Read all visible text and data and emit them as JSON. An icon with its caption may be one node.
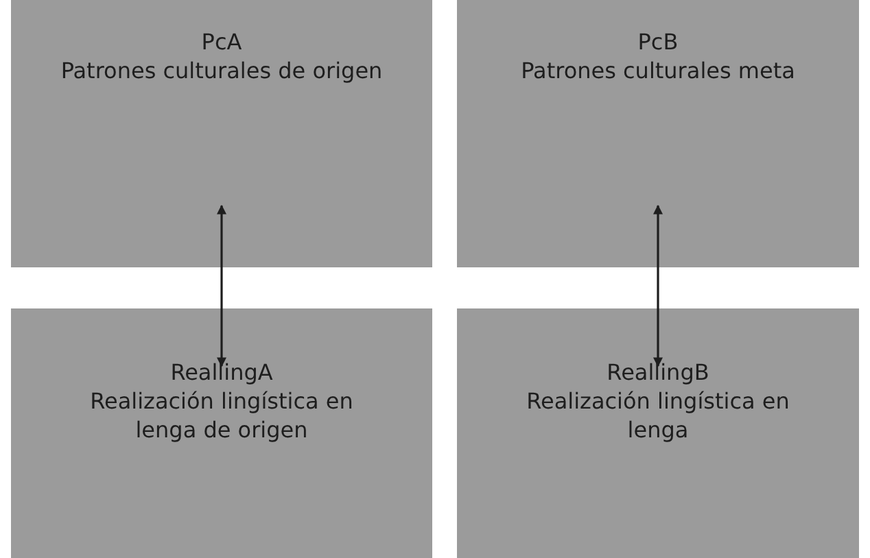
{
  "diagram": {
    "nodes": [
      {
        "text": [
          "PcA",
          "Patrones culturales de origen"
        ]
      },
      {
        "text": [
          "PcB",
          "Patrones culturales meta"
        ]
      },
      {
        "text": [
          "ReallingA",
          "Realización lingística en lenga de origen"
        ]
      },
      {
        "text": [
          "ReallingB",
          "Realización lingística en lenga"
        ]
      }
    ],
    "edges": [
      {
        "from": 0,
        "to": 2,
        "arrow": "both"
      },
      {
        "from": 1,
        "to": 3,
        "arrow": "both"
      }
    ]
  }
}
